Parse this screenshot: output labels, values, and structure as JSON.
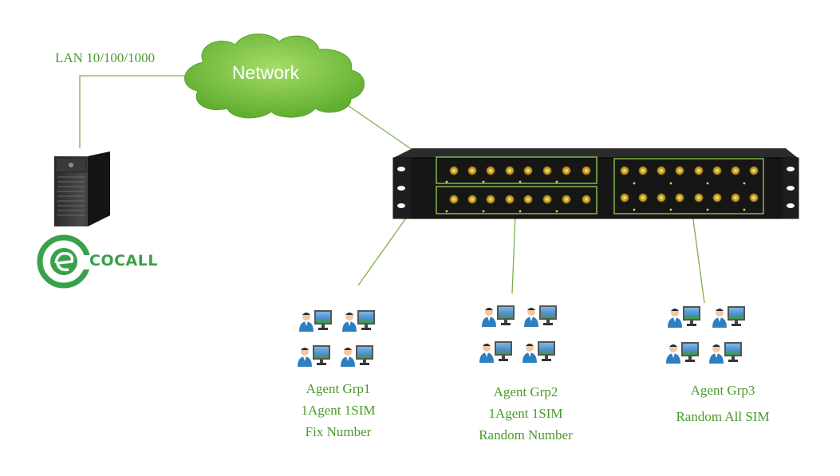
{
  "network": {
    "label": "Network"
  },
  "connection": {
    "lan_label": "LAN 10/100/1000"
  },
  "server": {
    "brand": "COCALL"
  },
  "colors": {
    "link": "#7fb04c",
    "label": "#4a9a2a",
    "cloud": "#78c23c",
    "device": "#1b1b1b",
    "antenna": "#c9a227"
  },
  "groups": [
    {
      "name": "Agent Grp1",
      "line2": "1Agent 1SIM",
      "line3": "Fix Number"
    },
    {
      "name": "Agent Grp2",
      "line2": "1Agent 1SIM",
      "line3": "Random Number"
    },
    {
      "name": "Agent Grp3",
      "line2": "Random All SIM"
    }
  ],
  "icons": {
    "cloud": "cloud-icon",
    "server": "tower-server-icon",
    "logo": "cocall-logo-icon",
    "gateway": "gsm-gateway-icon",
    "agent": "call-center-agent-icon"
  }
}
